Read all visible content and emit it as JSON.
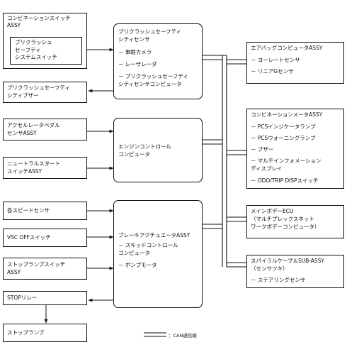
{
  "combination_switch": {
    "title": "コンビネーションスイッチ",
    "title2": "ASSY",
    "inner": [
      "プリクラッシュ",
      "セーフティ",
      "システムスイッチ"
    ]
  },
  "precrash_sensor": {
    "title": [
      "プリクラッシュセーフティ",
      "シティセンサ"
    ],
    "items": [
      "－ 単眼カメラ",
      "－ レーザレーダ",
      "－ プリクラッシュセーフティ",
      "   シティセンサコンピュータ"
    ]
  },
  "airbag": {
    "title": "エアバッグコンピュータASSY",
    "items": [
      "－ ヨーレートセンサ",
      "－ リニアGセンサ"
    ]
  },
  "buzzer": {
    "lines": [
      "プリクラッシュセーフティ",
      "シティブザー"
    ]
  },
  "accel_sensor": {
    "lines": [
      "アクセルレータペダル",
      "センサASSY"
    ]
  },
  "engine_ecu": {
    "lines": [
      "エンジンコントロール",
      "コンピュータ"
    ]
  },
  "neutral_switch": {
    "lines": [
      "ニュートラルスタート",
      "スイッチASSY"
    ]
  },
  "meter": {
    "title": "コンビネーションメータASSY",
    "items": [
      "－ PCSインジケータランプ",
      "－ PCSウォーニングランプ",
      "－ ブザー",
      "－ マルチインフォメーション",
      "   ディスプレイ",
      "－ ODO/TRIP DISPスイッチ"
    ]
  },
  "speed_sensor": {
    "label": "各スピードセンサ"
  },
  "vsc_switch": {
    "label": "VSC OFFスイッチ"
  },
  "brake_actuator": {
    "title": "ブレーキアクチュエータASSY",
    "items": [
      "－ スキッドコントロール",
      "   コンピュータ",
      "－ ポンプモータ"
    ]
  },
  "main_body_ecu": {
    "lines": [
      "メインボデーECU",
      "（マルチプレックスネット",
      "ワークボデーコンピュータ）"
    ]
  },
  "stoplamp_switch": {
    "lines": [
      "ストップランプスイッチ",
      "ASSY"
    ]
  },
  "spiral_cable": {
    "title": [
      "スパイラルケーブルSUB-ASSY",
      "（センサツキ）"
    ],
    "items": [
      "－ ステアリングセンサ"
    ]
  },
  "stop_relay": {
    "label": "STOPリレー"
  },
  "stop_lamp": {
    "label": "ストップランプ"
  },
  "legend": {
    "label": "：CAN通信線"
  }
}
